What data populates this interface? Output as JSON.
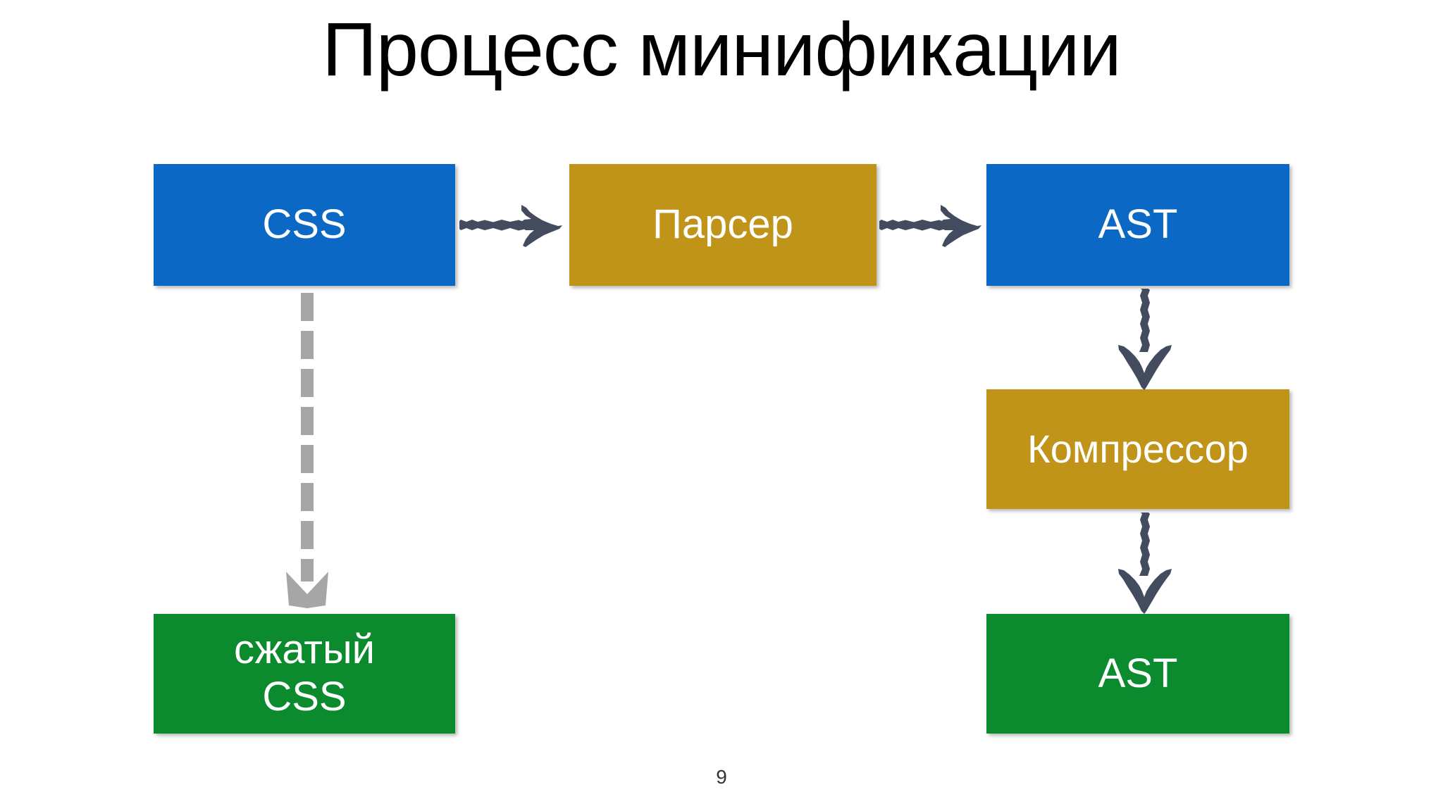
{
  "slide": {
    "title": "Процесс минификации",
    "page_number": "9",
    "background_color": "#ffffff"
  },
  "palette": {
    "blue": "#0b68c4",
    "gold": "#bf9418",
    "green": "#0b8a2e",
    "arrow_dark": "#434c5e",
    "arrow_gray": "#a6a6a6",
    "title_text": "#000000",
    "box_text": "#ffffff"
  },
  "diagram": {
    "type": "flowchart",
    "nodes": [
      {
        "id": "css",
        "label": "CSS",
        "color": "blue",
        "column": "left",
        "row": 1
      },
      {
        "id": "parser",
        "label": "Парсер",
        "color": "gold",
        "column": "mid",
        "row": 1
      },
      {
        "id": "ast_top",
        "label": "AST",
        "color": "blue",
        "column": "right",
        "row": 1
      },
      {
        "id": "compressor",
        "label": "Компрессор",
        "color": "gold",
        "column": "right",
        "row": 2
      },
      {
        "id": "ast_bottom",
        "label": "AST",
        "color": "green",
        "column": "right",
        "row": 3
      },
      {
        "id": "min_css",
        "label": "сжатый\nCSS",
        "color": "green",
        "column": "left",
        "row": 3
      }
    ],
    "edges": [
      {
        "from": "css",
        "to": "parser",
        "style": "solid-sketch",
        "direction": "right",
        "color": "#434c5e"
      },
      {
        "from": "parser",
        "to": "ast_top",
        "style": "solid-sketch",
        "direction": "right",
        "color": "#434c5e"
      },
      {
        "from": "ast_top",
        "to": "compressor",
        "style": "solid-sketch",
        "direction": "down",
        "color": "#434c5e"
      },
      {
        "from": "compressor",
        "to": "ast_bottom",
        "style": "solid-sketch",
        "direction": "down",
        "color": "#434c5e"
      },
      {
        "from": "css",
        "to": "min_css",
        "style": "dashed",
        "direction": "down",
        "color": "#a6a6a6"
      }
    ]
  }
}
